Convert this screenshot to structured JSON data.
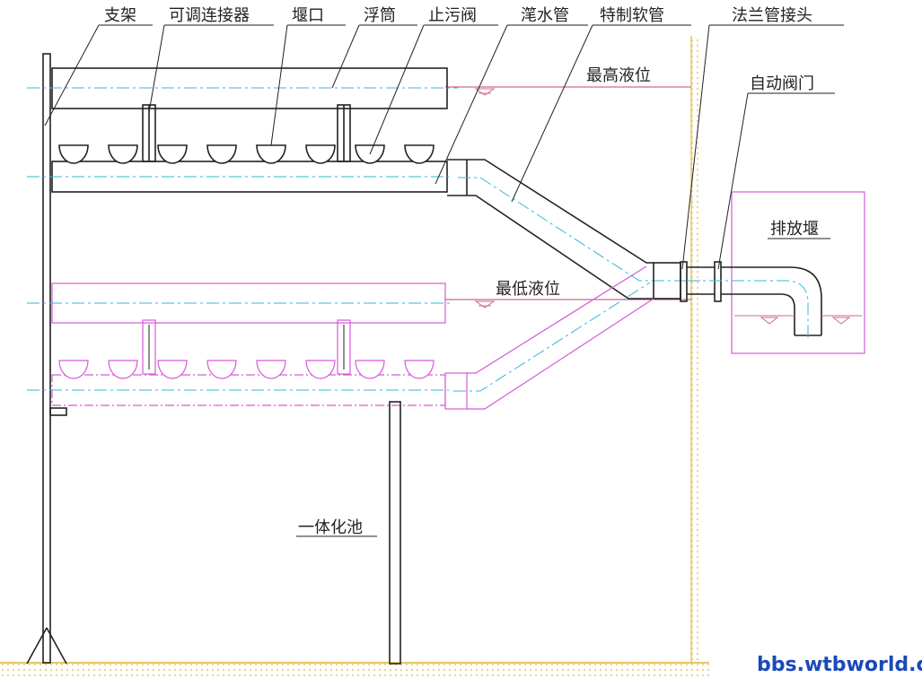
{
  "labels": {
    "bracket": "支架",
    "adjustable_connector": "可调连接器",
    "weir_mouth": "堰口",
    "float": "浮筒",
    "scum_valve": "止污阀",
    "decant_pipe": "滗水管",
    "special_hose": "特制软管",
    "flange_joint": "法兰管接头",
    "high_level": "最高液位",
    "auto_valve": "自动阀门",
    "discharge_weir": "排放堰",
    "low_level": "最低液位",
    "tank": "一体化池"
  },
  "watermark": "bbs.wtbworld.com",
  "colors": {
    "line": "#222222",
    "center_line": "#33b7d4",
    "low_position": "#d55ad8",
    "level_line": "#d16b85",
    "wall_hatch": "#e6c565",
    "watermark": "#1a49b8"
  }
}
